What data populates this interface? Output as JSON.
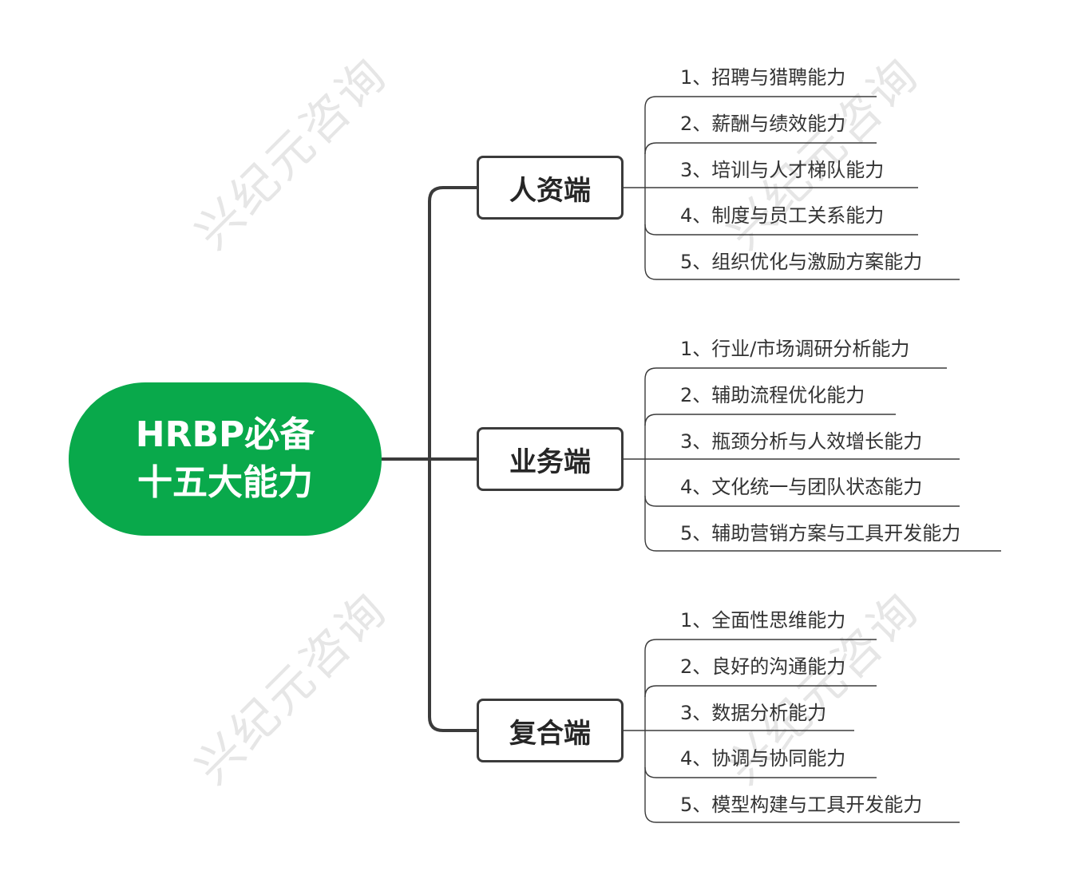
{
  "watermark": "兴纪元咨询",
  "root": {
    "line1": "HRBP必备",
    "line2": "十五大能力",
    "color": "#09a94b"
  },
  "branches": [
    {
      "label": "人资端",
      "items": [
        "1、招聘与猎聘能力",
        "2、薪酬与绩效能力",
        "3、培训与人才梯队能力",
        "4、制度与员工关系能力",
        "5、组织优化与激励方案能力"
      ]
    },
    {
      "label": "业务端",
      "items": [
        "1、行业/市场调研分析能力",
        "2、辅助流程优化能力",
        "3、瓶颈分析与人效增长能力",
        "4、文化统一与团队状态能力",
        "5、辅助营销方案与工具开发能力"
      ]
    },
    {
      "label": "复合端",
      "items": [
        "1、全面性思维能力",
        "2、良好的沟通能力",
        "3、数据分析能力",
        "4、协调与协同能力",
        "5、模型构建与工具开发能力"
      ]
    }
  ]
}
